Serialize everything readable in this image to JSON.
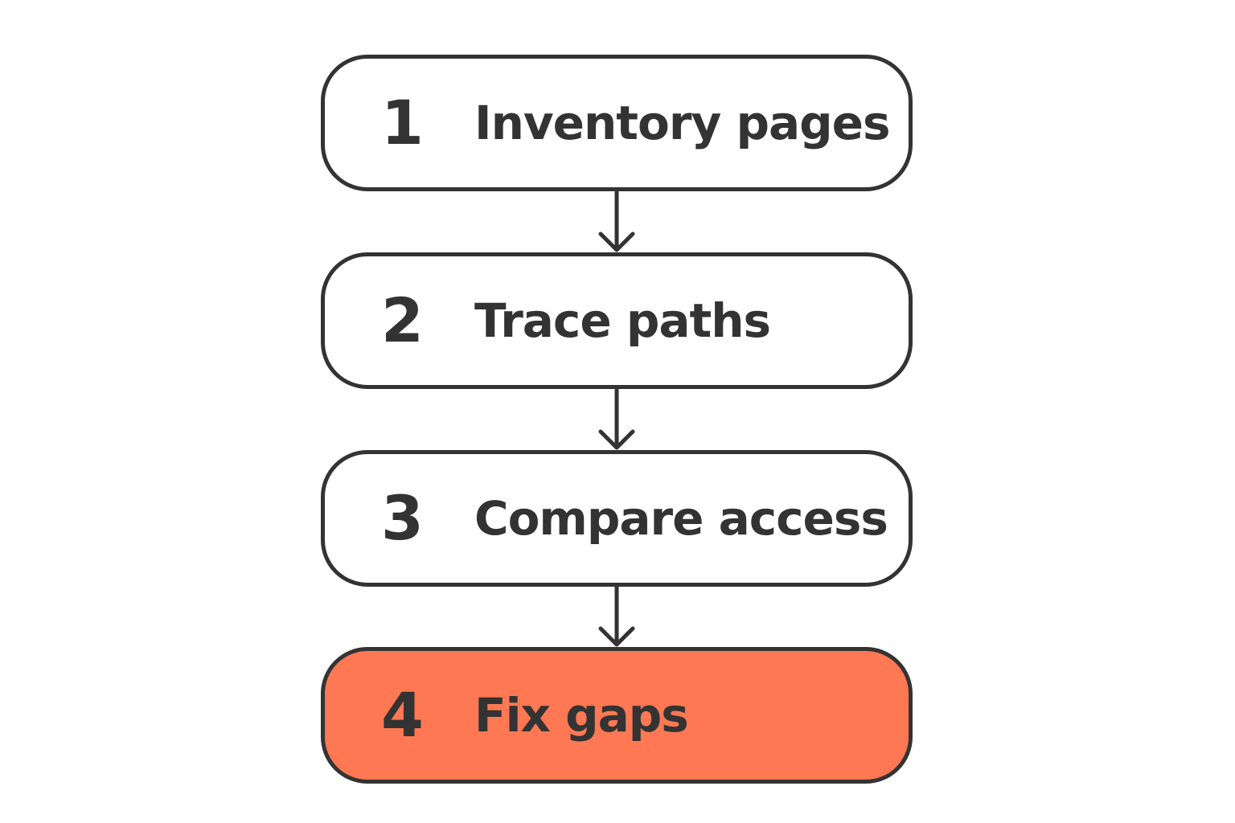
{
  "steps": [
    {
      "number": "1",
      "label": "Inventory pages"
    },
    {
      "number": "2",
      "label": "Trace paths"
    },
    {
      "number": "3",
      "label": "Compare access"
    },
    {
      "number": "4",
      "label": "Fix gaps"
    }
  ],
  "colors": {
    "stroke": "#333333",
    "box_fill": "#ffffff",
    "highlight_fill": "#fe7853"
  }
}
